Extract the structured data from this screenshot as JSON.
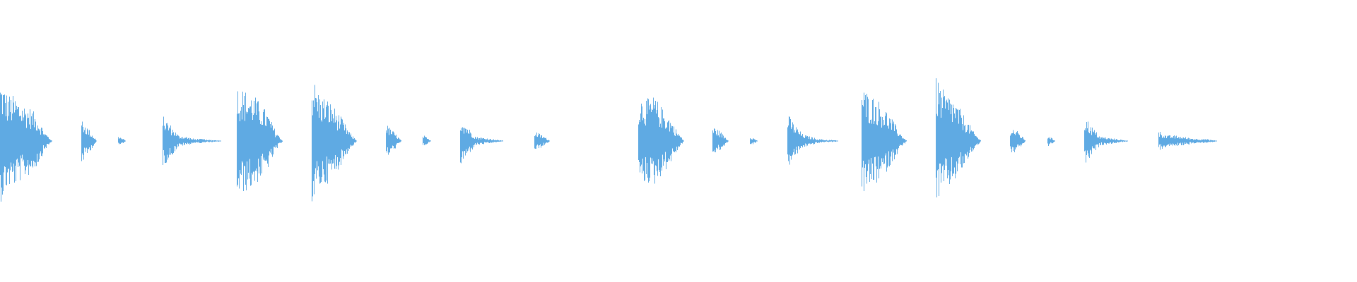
{
  "waveform": {
    "color": "#5faae3",
    "background": "#ffffff",
    "samples": [
      0.55,
      0.42,
      0.4,
      0.34,
      0.3,
      0.22,
      0.08,
      0.0,
      0.0,
      0.0,
      0.0,
      0.2,
      0.1,
      0.0,
      0.0,
      0.0,
      0.04,
      0.0,
      0.0,
      0.0,
      0.0,
      0.0,
      0.22,
      0.14,
      0.05,
      0.04,
      0.02,
      0.02,
      0.01,
      0.01,
      0.0,
      0.0,
      0.5,
      0.45,
      0.42,
      0.34,
      0.25,
      0.1,
      0.0,
      0.0,
      0.0,
      0.0,
      0.58,
      0.42,
      0.38,
      0.3,
      0.2,
      0.08,
      0.0,
      0.0,
      0.0,
      0.0,
      0.15,
      0.08,
      0.0,
      0.0,
      0.0,
      0.05,
      0.0,
      0.0,
      0.0,
      0.0,
      0.22,
      0.12,
      0.04,
      0.03,
      0.02,
      0.01,
      0.0,
      0.0,
      0.0,
      0.0,
      0.09,
      0.05,
      0.0,
      0.0,
      0.0,
      0.0,
      0.0,
      0.0,
      0.0,
      0.0,
      0.0,
      0.0,
      0.0,
      0.0,
      0.4,
      0.38,
      0.4,
      0.3,
      0.22,
      0.1,
      0.0,
      0.0,
      0.0,
      0.0,
      0.13,
      0.08,
      0.0,
      0.0,
      0.0,
      0.04,
      0.0,
      0.0,
      0.0,
      0.0,
      0.24,
      0.14,
      0.06,
      0.04,
      0.02,
      0.01,
      0.01,
      0.0,
      0.0,
      0.0,
      0.48,
      0.42,
      0.38,
      0.3,
      0.2,
      0.08,
      0.0,
      0.0,
      0.0,
      0.0,
      0.56,
      0.44,
      0.4,
      0.3,
      0.2,
      0.08,
      0.0,
      0.0,
      0.0,
      0.0,
      0.13,
      0.08,
      0.0,
      0.0,
      0.0,
      0.05,
      0.0,
      0.0,
      0.0,
      0.0,
      0.22,
      0.12,
      0.04,
      0.03,
      0.02,
      0.01,
      0.0,
      0.0,
      0.0,
      0.0,
      0.09,
      0.05,
      0.05,
      0.04,
      0.03,
      0.02,
      0.02,
      0.01,
      0.0,
      0.0
    ]
  }
}
